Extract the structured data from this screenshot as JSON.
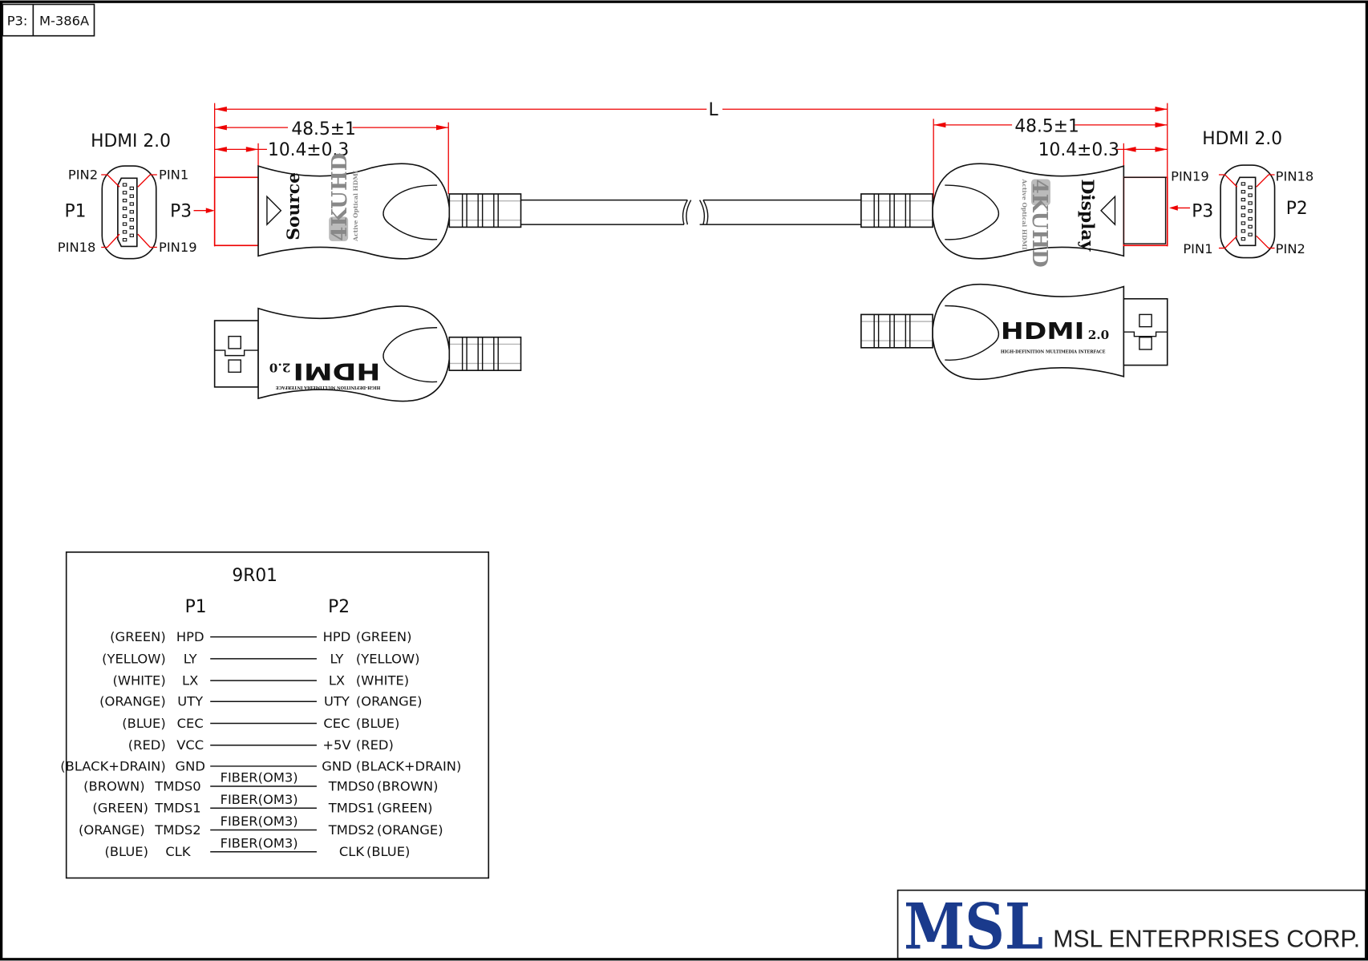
{
  "title_block": {
    "label": "P3:",
    "value": "M-386A"
  },
  "dimensions": {
    "overall": "L",
    "body_left": "48.5±1",
    "plug_left": "10.4±0.3",
    "body_right": "48.5±1",
    "plug_right": "10.4±0.3"
  },
  "left_end": {
    "standard": "HDMI  2.0",
    "name": "P1",
    "plug": "P3",
    "pins": [
      "PIN2",
      "PIN1",
      "PIN18",
      "PIN19"
    ],
    "side_label": "Source",
    "badge": "4KUHD",
    "badge_sub": "Active Optical HDMI"
  },
  "right_end": {
    "standard": "HDMI  2.0",
    "name": "P2",
    "plug": "P3",
    "pins": [
      "PIN19",
      "PIN18",
      "PIN1",
      "PIN2"
    ],
    "side_label": "Display",
    "badge": "4KUHD",
    "badge_sub": "Active Optical HDMI"
  },
  "hdmi_logo": {
    "text": "HDMI",
    "version": "2.0",
    "tagline": "HIGH-DEFINITION MULTIMEDIA INTERFACE"
  },
  "wiring": {
    "title": "9R01",
    "col_p1": "P1",
    "col_p2": "P2",
    "rows": [
      {
        "c1": "(GREEN)",
        "s1": "HPD",
        "mid": "",
        "s2": "HPD",
        "c2": "(GREEN)"
      },
      {
        "c1": "(YELLOW)",
        "s1": "LY",
        "mid": "",
        "s2": "LY",
        "c2": "(YELLOW)"
      },
      {
        "c1": "(WHITE)",
        "s1": "LX",
        "mid": "",
        "s2": "LX",
        "c2": "(WHITE)"
      },
      {
        "c1": "(ORANGE)",
        "s1": "UTY",
        "mid": "",
        "s2": "UTY",
        "c2": "(ORANGE)"
      },
      {
        "c1": "(BLUE)",
        "s1": "CEC",
        "mid": "",
        "s2": "CEC",
        "c2": "(BLUE)"
      },
      {
        "c1": "(RED)",
        "s1": "VCC",
        "mid": "",
        "s2": "+5V",
        "c2": "(RED)"
      },
      {
        "c1": "(BLACK+DRAIN)",
        "s1": "GND",
        "mid": "",
        "s2": "GND",
        "c2": "(BLACK+DRAIN)"
      },
      {
        "c1": "(BROWN)",
        "s1": "TMDS0",
        "mid": "FIBER(OM3)",
        "s2": "TMDS0",
        "c2": "(BROWN)"
      },
      {
        "c1": "(GREEN)",
        "s1": "TMDS1",
        "mid": "FIBER(OM3)",
        "s2": "TMDS1",
        "c2": "(GREEN)"
      },
      {
        "c1": "(ORANGE)",
        "s1": "TMDS2",
        "mid": "FIBER(OM3)",
        "s2": "TMDS2",
        "c2": "(ORANGE)"
      },
      {
        "c1": "(BLUE)",
        "s1": "CLK",
        "mid": "FIBER(OM3)",
        "s2": "CLK",
        "c2": "(BLUE)"
      }
    ]
  },
  "company": {
    "logo": "MSL",
    "name": "MSL ENTERPRISES CORP.",
    "brand_color": "#1a3a8c"
  },
  "colors": {
    "dimension": "#ee0000"
  }
}
